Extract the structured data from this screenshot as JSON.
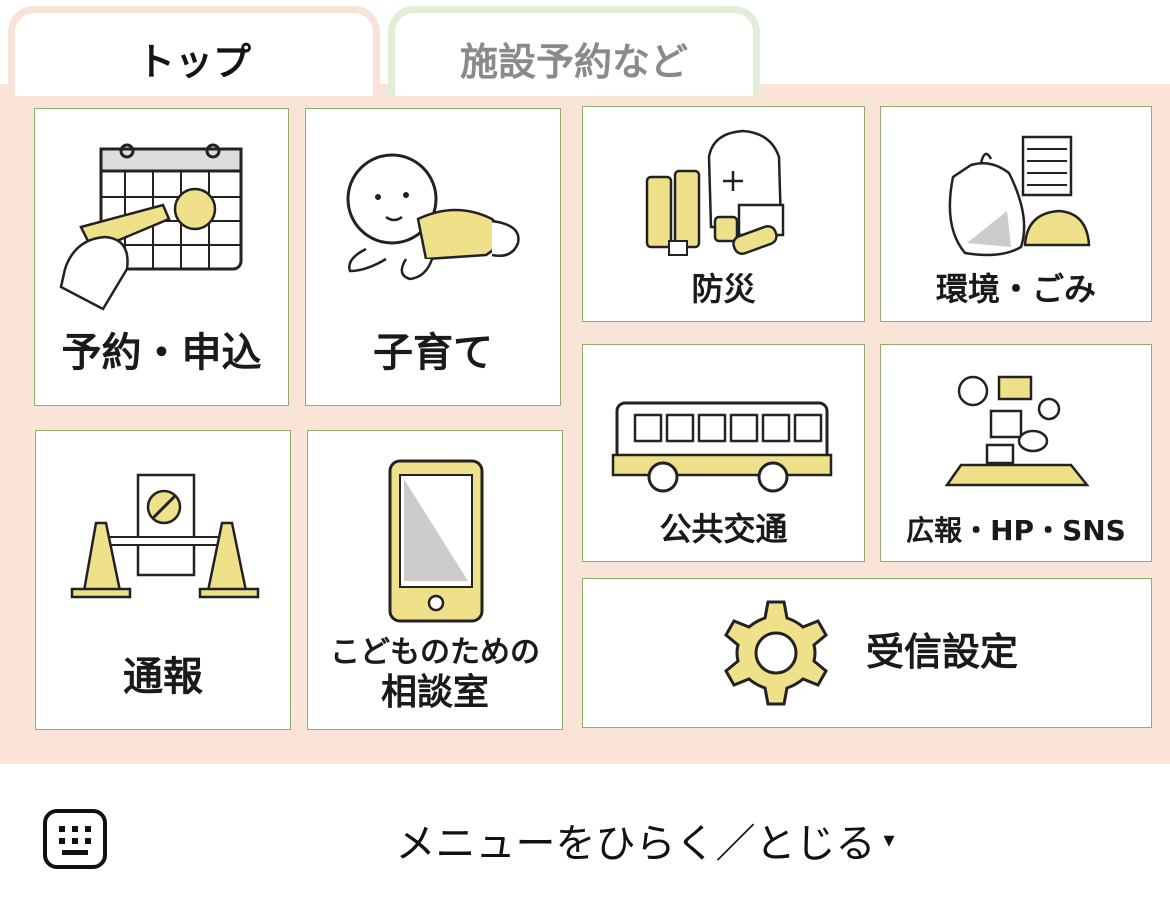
{
  "tabs": {
    "top": "トップ",
    "facility": "施設予約など"
  },
  "tiles": {
    "reservation": "予約・申込",
    "childcare": "子育て",
    "disaster": "防災",
    "environment": "環境・ごみ",
    "transport": "公共交通",
    "pr": "広報・HP・SNS",
    "report": "通報",
    "consult_line1": "こどものための",
    "consult_line2": "相談室",
    "settings": "受信設定"
  },
  "bottom": {
    "menu_toggle": "メニューをひらく／とじる",
    "caret": "▾",
    "keyboard_icon": "keyboard-icon"
  },
  "colors": {
    "accent_yellow": "#efe08a",
    "panel_bg": "#fae3d7",
    "tile_border": "#8db06f",
    "tab_green": "#e3eed9"
  }
}
